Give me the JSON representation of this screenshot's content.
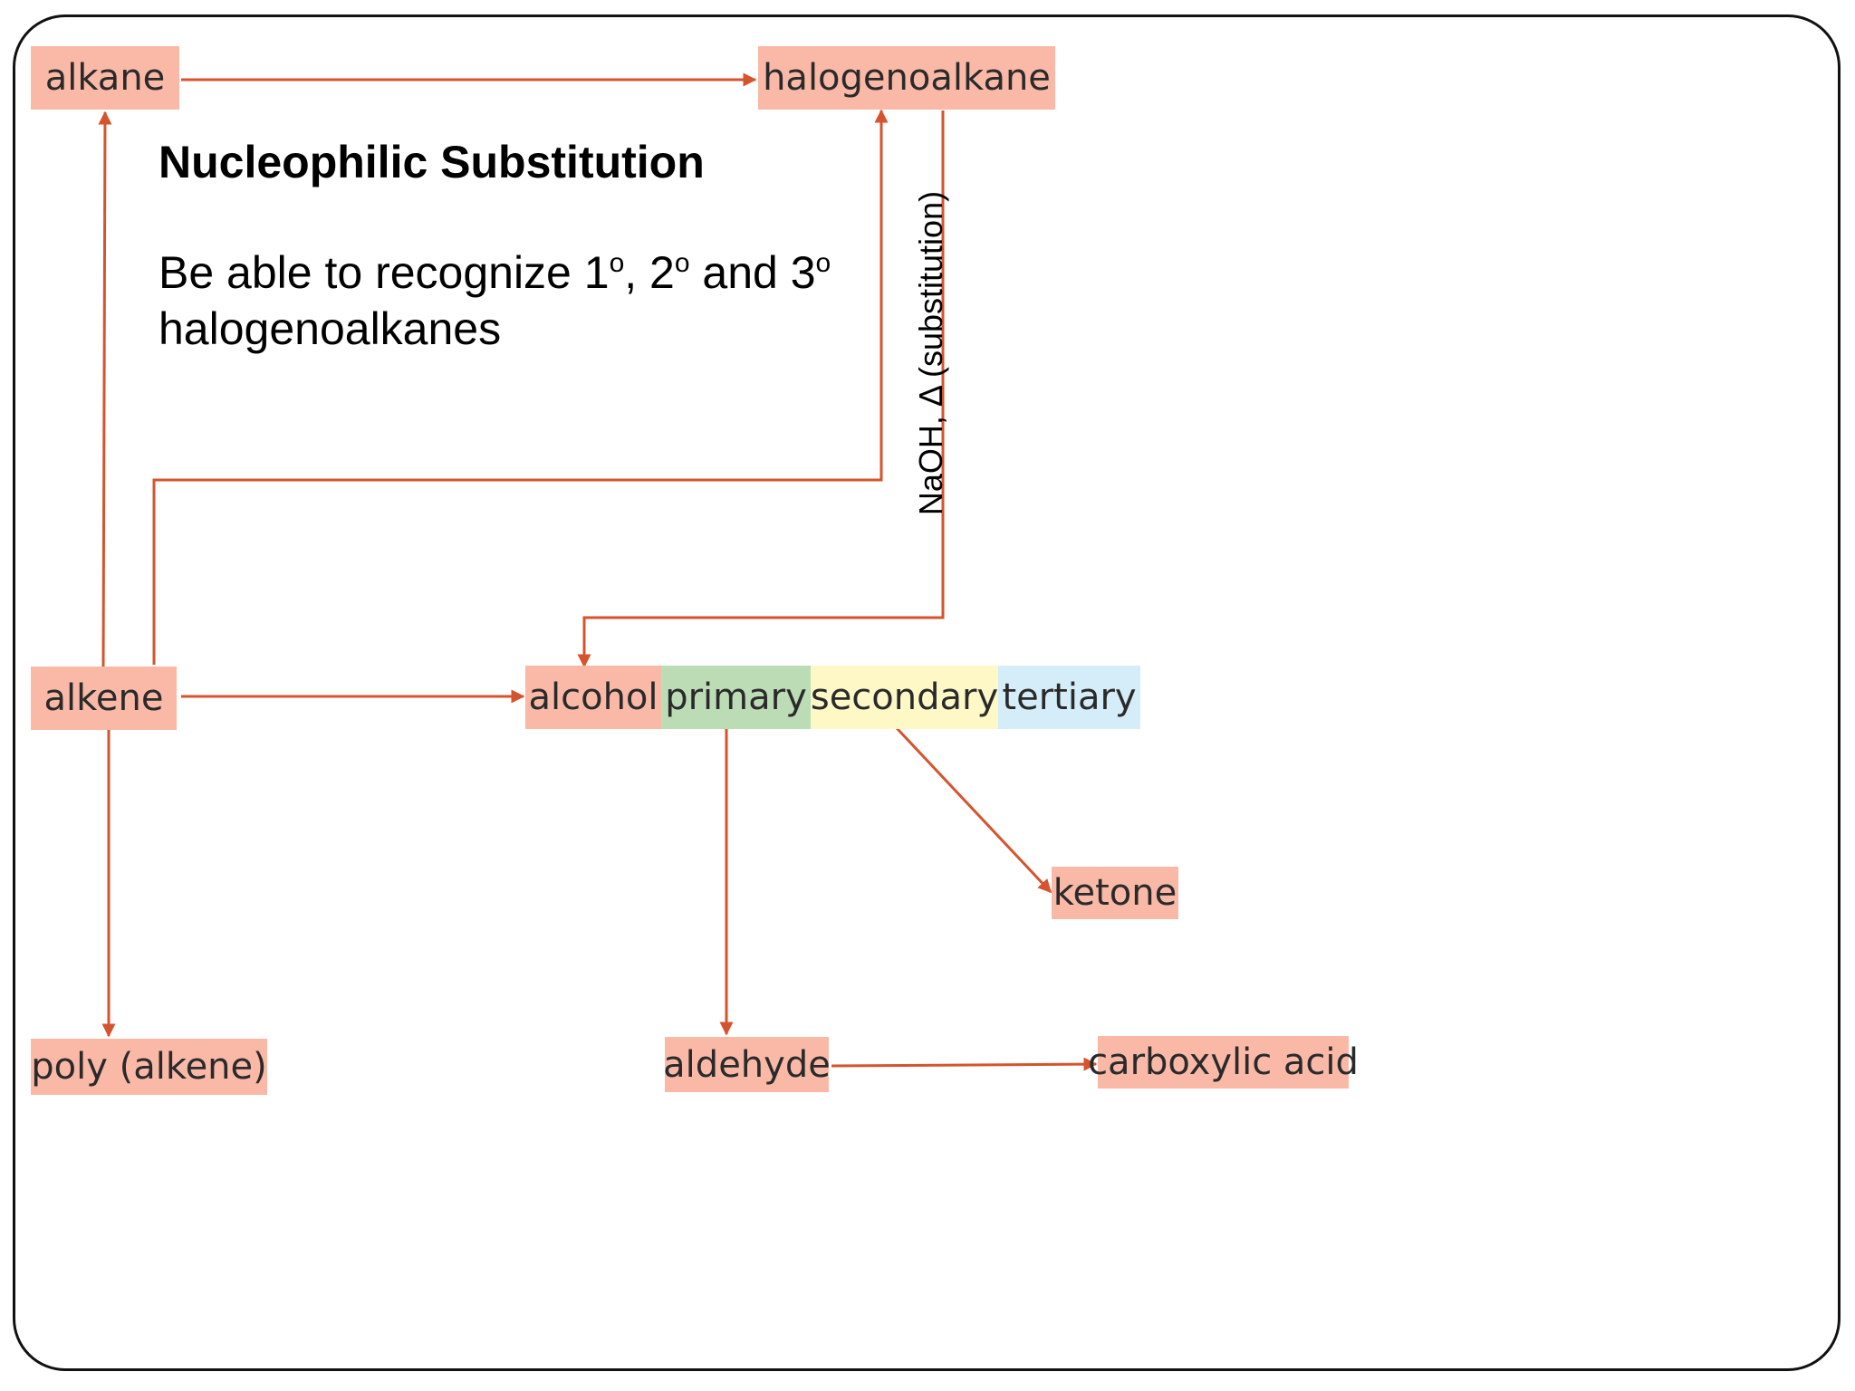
{
  "title": "Nucleophilic Substitution",
  "body": {
    "line1_start": "Be able to recognize 1",
    "sup1": "o",
    "comma_2": ", 2",
    "sup2": "o",
    "and_3": " and 3",
    "sup3": "o",
    "line2": "halogenoalkanes"
  },
  "reagent_label": "NaOH, Δ (substitution)",
  "nodes": {
    "alkane": "alkane",
    "halogenoalkane": "halogenoalkane",
    "alkene": "alkene",
    "alcohol": "alcohol",
    "primary": "primary",
    "secondary": "secondary",
    "tertiary": "tertiary",
    "ketone": "ketone",
    "poly_alkene": "poly (alkene)",
    "aldehyde": "aldehyde",
    "carboxylic_acid": "carboxylic acid"
  },
  "colors": {
    "node_fill": "#f9b9a6",
    "primary_fill": "#bcdcb6",
    "secondary_fill": "#fdf8c6",
    "tertiary_fill": "#d4edf8",
    "arrow": "#d5542d",
    "border": "#111111"
  }
}
